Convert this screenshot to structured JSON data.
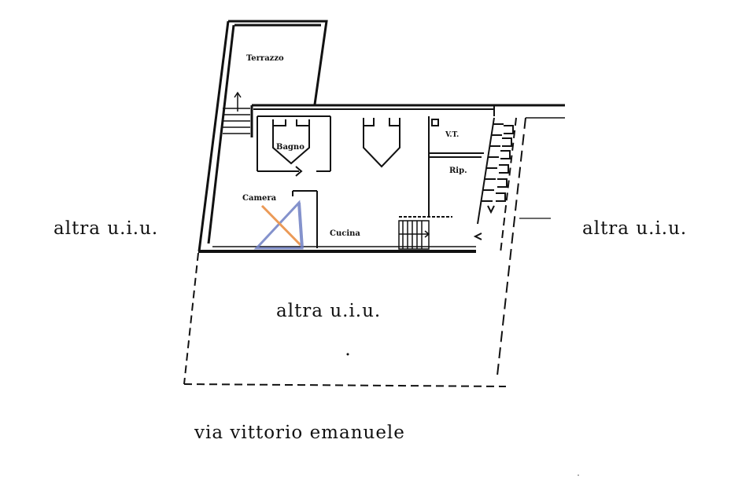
{
  "plan": {
    "rooms": {
      "terrazzo": "Terrazzo",
      "bagno": "Bagno",
      "camera": "Camera",
      "cucina": "Cucina",
      "vt": "V.T.",
      "rip": "Rip."
    },
    "neighbors": {
      "left": "altra u.i.u.",
      "right": "altra u.i.u.",
      "bottom": "altra u.i.u."
    },
    "street": "via vittorio emanuele"
  },
  "colors": {
    "ink": "#111111",
    "logo_orange": "#e8893a",
    "logo_blue": "#6f7fc4"
  },
  "logo": {
    "icon": "agency-logo-icon"
  }
}
